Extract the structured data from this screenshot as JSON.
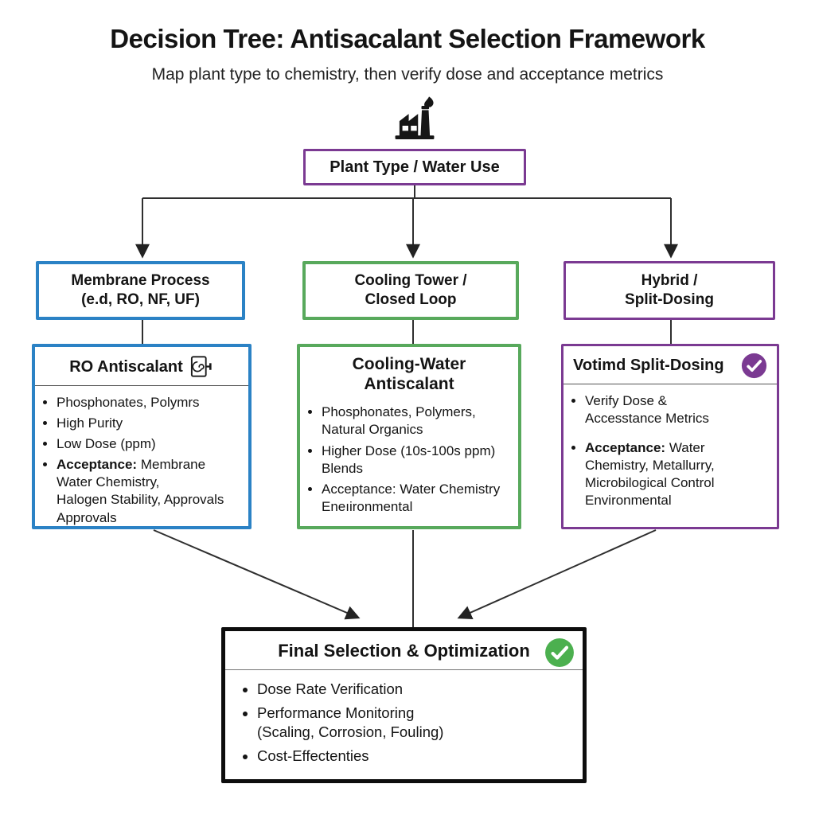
{
  "title": "Decision Tree: Antisacalant Selection Framework",
  "subtitle": "Map plant type to chemistry, then verify dose and acceptance metrics",
  "colors": {
    "purple": "#7b3a92",
    "blue": "#2b82c5",
    "green": "#58a95c",
    "black_border": "#0d0d0d",
    "connector": "#2f2f2f",
    "check_green": "#4cb04f",
    "check_purple": "#7b3a92"
  },
  "root": {
    "label": "Plant Type / Water Use",
    "icon": "factory-icon"
  },
  "branches": [
    {
      "id": "membrane",
      "label": "Membrane Process\n(e.d, RO, NF, UF)",
      "color": "#2b82c5"
    },
    {
      "id": "cooling",
      "label": "Cooling Tower /\nClosed Loop",
      "color": "#58a95c"
    },
    {
      "id": "hybrid",
      "label": "Hybrid /\nSplit-Dosing",
      "color": "#7b3a92"
    }
  ],
  "detail_boxes": {
    "ro": {
      "title": "RO Antiscalant",
      "icon": "membrane-module-icon",
      "color": "#2b82c5",
      "bullets": [
        {
          "t": "Phosphonates, Polymrs"
        },
        {
          "t": "High Purity"
        },
        {
          "t": "Low Dose (ppm)"
        },
        {
          "b": "Acceptance:",
          "t": " Membrane\nWater Chemistry,\nHalogen Stability, Approvals\nApprovals"
        }
      ]
    },
    "cooling_water": {
      "title": "Cooling-Water\nAntiscalant",
      "color": "#58a95c",
      "bullets": [
        {
          "t": "Phosphonates, Polymers,\nNatural Organics"
        },
        {
          "t": "Higher Dose (10s-100s ppm)\nBlends"
        },
        {
          "t": "Acceptance: Water Chemistry\nEneıironmental"
        }
      ]
    },
    "votimd": {
      "title": "Votimd Split-Dosing",
      "icon": "check-icon",
      "color": "#7b3a92",
      "bullets": [
        {
          "t": "Verify Dose &\nAccesstance Metrics"
        },
        {
          "b": "Acceptance:",
          "t": " Water\nChemistry, Metallurry,\nMicrobilogical Control\nEnvironmental",
          "gap": true
        }
      ]
    }
  },
  "final_box": {
    "title": "Final Selection & Optimization",
    "icon": "check-icon",
    "bullets": [
      {
        "t": "Dose Rate Verification"
      },
      {
        "t": "Performance Monitoring\n(Scaling, Corrosion, Fouling)"
      },
      {
        "t": "Cost-Effectenties"
      }
    ]
  }
}
